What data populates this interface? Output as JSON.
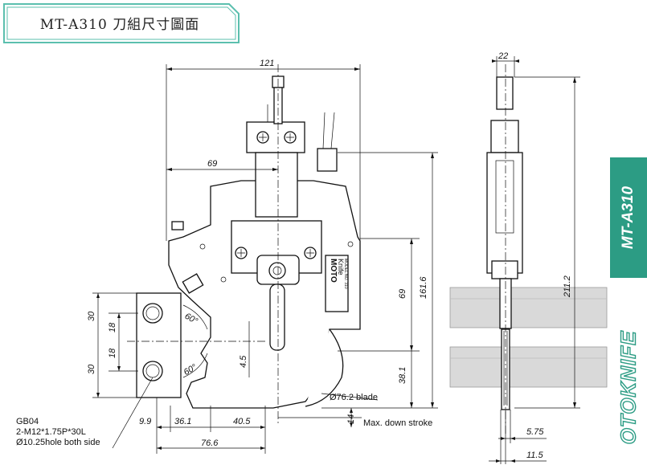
{
  "title": "MT-A310 刀組尺寸圖面",
  "tab_model": "MT-A310",
  "tab_brand": "OTOKNIFE",
  "accent_color": "#2c9c84",
  "title_frame_color": "#5bbfae",
  "dimensions": {
    "overall_width": "121",
    "half_width": "69",
    "height_total": "161.6",
    "height_mid": "69",
    "height_low": "38.1",
    "side_width": "22",
    "side_height": "211.2",
    "side_thickness_a": "5.75",
    "side_thickness_b": "11.5",
    "left_upper": "30",
    "left_lower": "30",
    "hole_pitch_upper": "18",
    "hole_pitch_lower": "18",
    "base_a": "9.9",
    "base_b": "36.1",
    "base_c": "40.5",
    "base_total": "76.6",
    "stroke": "14",
    "small_gap": "4.5",
    "angle_upper": "60°",
    "angle_lower": "60°"
  },
  "notes": {
    "blade": "Ø76.2 blade",
    "stroke": "Max. down stroke",
    "gb_line1": "GB04",
    "gb_line2": "2-M12*1.75P*30L",
    "gb_line3": "Ø10.25hole both side"
  },
  "plate_text": {
    "line1": "MOTO",
    "line2": "Knife",
    "line3": "MODEL NO. 310"
  }
}
